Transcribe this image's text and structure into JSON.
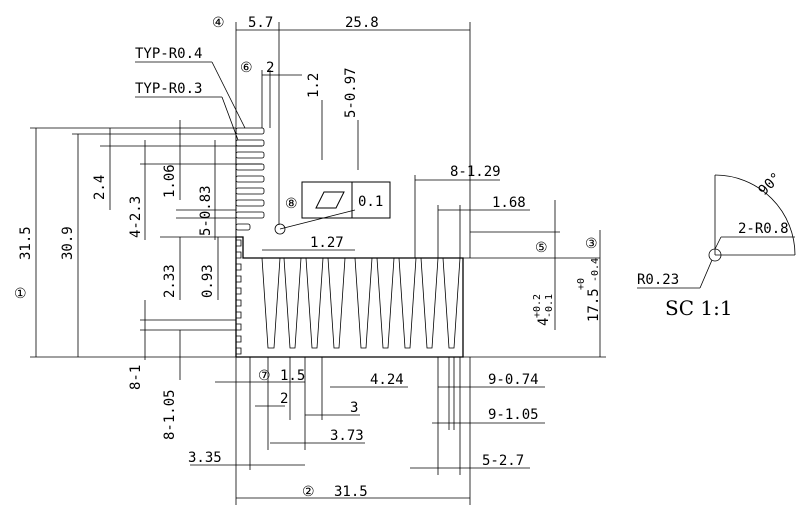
{
  "labels": {
    "c4": "④",
    "c6": "⑥",
    "c8": "⑧",
    "c5": "⑤",
    "c3": "③",
    "c1": "①",
    "c7": "⑦",
    "c2": "②",
    "typ_r04": "TYP-R0.4",
    "typ_r03": "TYP-R0.3",
    "d_5_7": "5.7",
    "d_25_8": "25.8",
    "d_2_top": "2",
    "d_1_2": "1.2",
    "d_5_097": "5-0.97",
    "d_8_129": "8-1.29",
    "d_1_68": "1.68",
    "d_0_1": "0.1",
    "d_1_27": "1.27",
    "d_31_5_left": "31.5",
    "d_30_9": "30.9",
    "d_2_4": "2.4",
    "d_4_2_3": "4-2.3",
    "d_1_06": "1.06",
    "d_5_083": "5-0.83",
    "d_2_33": "2.33",
    "d_0_93": "0.93",
    "d_8_1": "8-1",
    "d_8_105": "8-1.05",
    "d_1_5": "1.5",
    "d_4_24": "4.24",
    "d_9_074": "9-0.74",
    "d_2_bottom": "2",
    "d_3": "3",
    "d_9_105": "9-1.05",
    "d_3_73": "3.73",
    "d_3_35": "3.35",
    "d_5_27": "5-2.7",
    "d_31_5_bottom": "31.5",
    "d_4_tol": "4",
    "d_4_tol_up": "+0.2",
    "d_4_tol_dn": "-0.1",
    "d_17_5": "17.5",
    "d_17_5_tol_up": "+0",
    "d_17_5_tol_dn": "-0.4",
    "d_90": "90°",
    "d_2_r08": "2-R0.8",
    "d_r023": "R0.23",
    "scale": "SC 1:1"
  }
}
